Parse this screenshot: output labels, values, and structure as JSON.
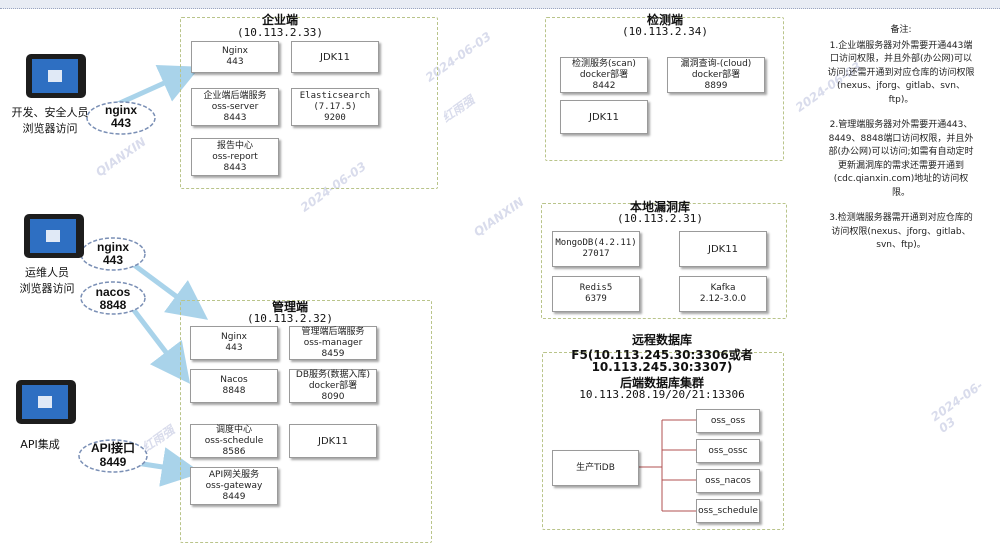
{
  "users": {
    "dev_label": "开发、安全人员\n浏览器访问",
    "ops_label": "运维人员\n浏览器访问",
    "api_label": "API集成"
  },
  "clouds": {
    "c1": [
      "nginx",
      "443"
    ],
    "c2": [
      "nginx",
      "443"
    ],
    "c3": [
      "nacos",
      "8848"
    ],
    "c4": [
      "API接口",
      "8449"
    ]
  },
  "enterprise": {
    "title": "企业端",
    "ip": "(10.113.2.33)",
    "nginx": [
      "Nginx",
      "443"
    ],
    "jdk": [
      "JDK11"
    ],
    "oss_server": [
      "企业端后端服务",
      "oss-server",
      "8443"
    ],
    "es": [
      "Elasticsearch",
      "(7.17.5)",
      "9200"
    ],
    "report": [
      "报告中心",
      "oss-report",
      "8443"
    ]
  },
  "management": {
    "title": "管理端",
    "ip": "(10.113.2.32)",
    "nginx": [
      "Nginx",
      "443"
    ],
    "manager": [
      "管理端后端服务",
      "oss-manager",
      "8459"
    ],
    "nacos": [
      "Nacos",
      "8848"
    ],
    "db": [
      "DB服务(数据入库)",
      "docker部署",
      "8090"
    ],
    "schedule": [
      "调度中心",
      "oss-schedule",
      "8586"
    ],
    "jdk": [
      "JDK11"
    ],
    "gateway": [
      "API网关服务",
      "oss-gateway",
      "8449"
    ]
  },
  "detect": {
    "title": "检测端",
    "ip": "(10.113.2.34)",
    "scan": [
      "检测服务(scan)",
      "docker部署",
      "8442"
    ],
    "cloud": [
      "漏洞查询-(cloud)",
      "docker部署",
      "8899"
    ],
    "jdk": [
      "JDK11"
    ]
  },
  "vulndb": {
    "title": "本地漏洞库",
    "ip": "(10.113.2.31)",
    "mongo": [
      "MongoDB(4.2.11)",
      "27017"
    ],
    "jdk": [
      "JDK11"
    ],
    "redis": [
      "Redis5",
      "6379"
    ],
    "kafka": [
      "Kafka",
      "2.12-3.0.0"
    ]
  },
  "remote": {
    "title": "远程数据库",
    "line1": "F5(10.113.245.30:3306或者",
    "line2": "10.113.245.30:3307)",
    "line3": "后端数据库集群",
    "line4": "10.113.208.19/20/21:13306",
    "tidb": [
      "生产TiDB"
    ],
    "dbs": [
      "oss_oss",
      "oss_ossc",
      "oss_nacos",
      "oss_schedule"
    ]
  },
  "notes": {
    "title": "备注:",
    "p1": "1.企业端服务器对外需要开通443端口访问权限，并且外部(办公网)可以访问;还需开通到对应仓库的访问权限(nexus、jforg、gitlab、svn、ftp)。",
    "p2": "2.管理端服务器对外需要开通443、8449、8848端口访问权限，并且外部(办公网)可以访问;如需有自动定时更新漏洞库的需求还需要开通到(cdc.qianxin.com)地址的访问权限。",
    "p3": "3.检测端服务器需开通到对应仓库的访问权限(nexus、jforg、gitlab、svn、ftp)。"
  },
  "watermark": [
    "2024-06-03",
    "红雨强",
    "QIANXIN"
  ],
  "colors": {
    "region_border": "#b9c48a",
    "arrow": "#a9d3ea",
    "cloud": "#7a8fb5"
  }
}
